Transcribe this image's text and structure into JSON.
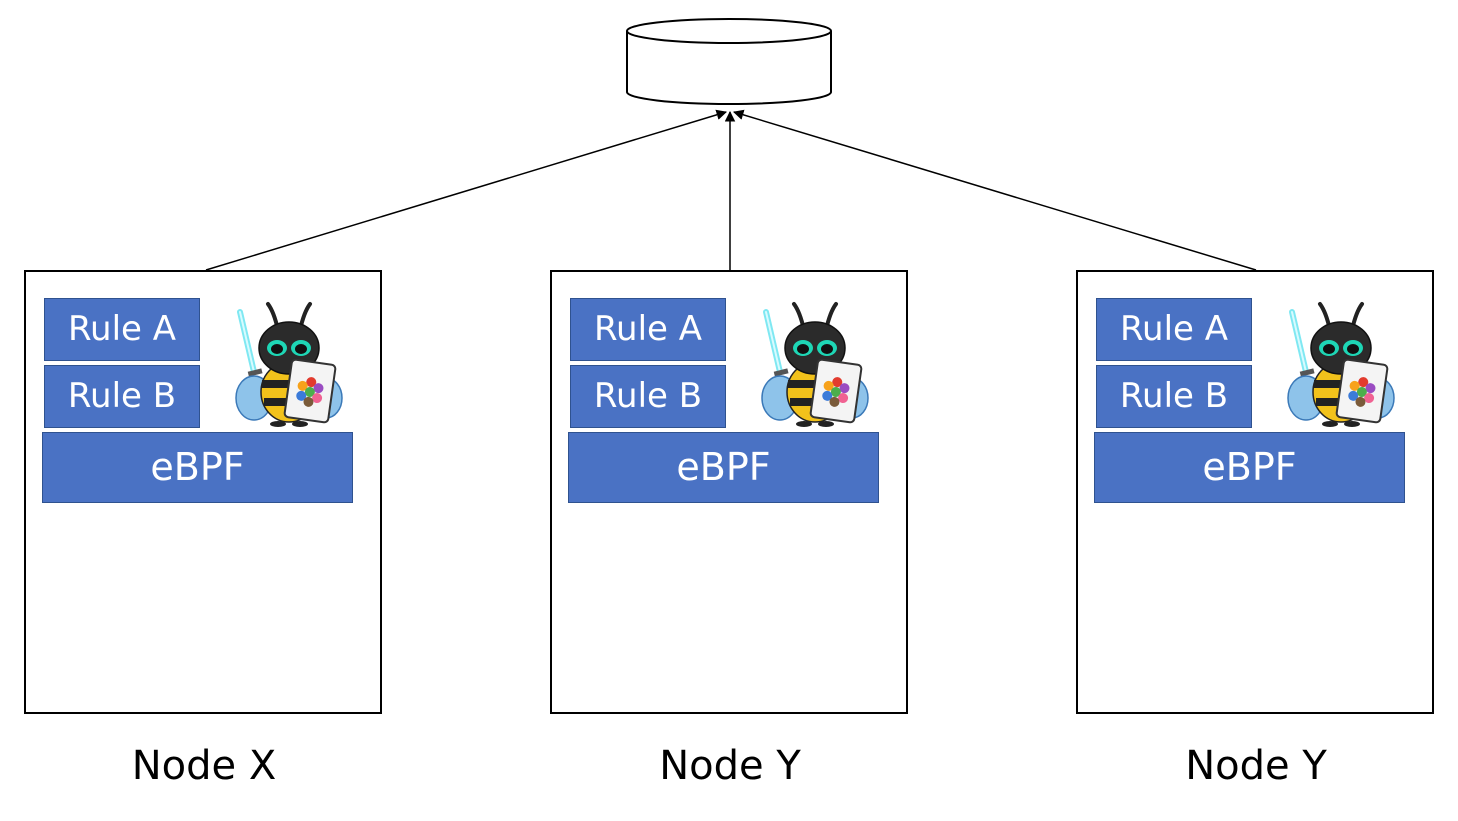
{
  "nodes": [
    {
      "label": "Node X",
      "rules": [
        "Rule A",
        "Rule B"
      ],
      "engine": "eBPF"
    },
    {
      "label": "Node Y",
      "rules": [
        "Rule A",
        "Rule B"
      ],
      "engine": "eBPF"
    },
    {
      "label": "Node Y",
      "rules": [
        "Rule A",
        "Rule B"
      ],
      "engine": "eBPF"
    }
  ],
  "colors": {
    "box_fill": "#4a72c4",
    "box_border": "#2f528f",
    "workload_fill": "#9dbbe0",
    "arrow_blue": "#4a72c4"
  },
  "icons": {
    "database": "database-cylinder-icon",
    "mascot": "bee-mascot-icon"
  }
}
